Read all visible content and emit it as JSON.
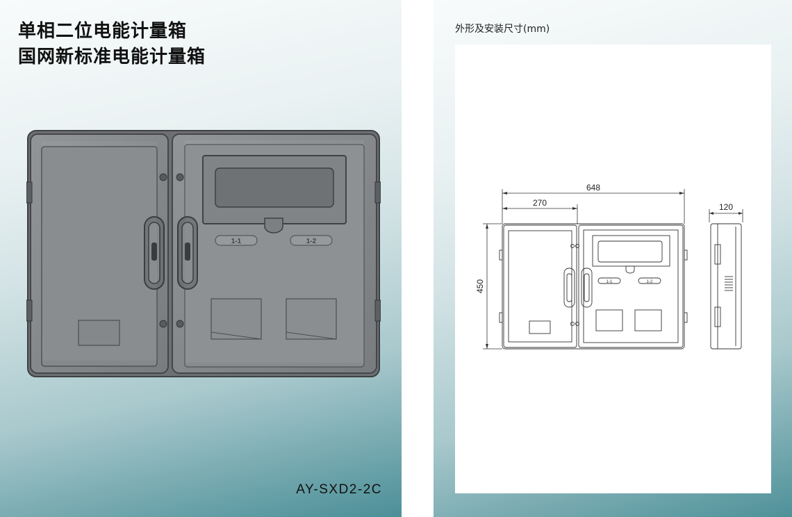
{
  "left_page": {
    "title_line1": "单相二位电能计量箱",
    "title_line2": "国网新标准电能计量箱",
    "model": "AY-SXD2-2C",
    "meter_label_1": "1-1",
    "meter_label_2": "1-2"
  },
  "right_page": {
    "section_title": "外形及安装尺寸(mm)",
    "dim_total_width": "648",
    "dim_door_width": "270",
    "dim_height": "450",
    "dim_depth": "120",
    "meter_label_1": "1-1",
    "meter_label_2": "1-2"
  },
  "colors": {
    "background_teal": "#4c8f98",
    "box_gray": "#8d9093",
    "line_drawing": "#333333"
  }
}
